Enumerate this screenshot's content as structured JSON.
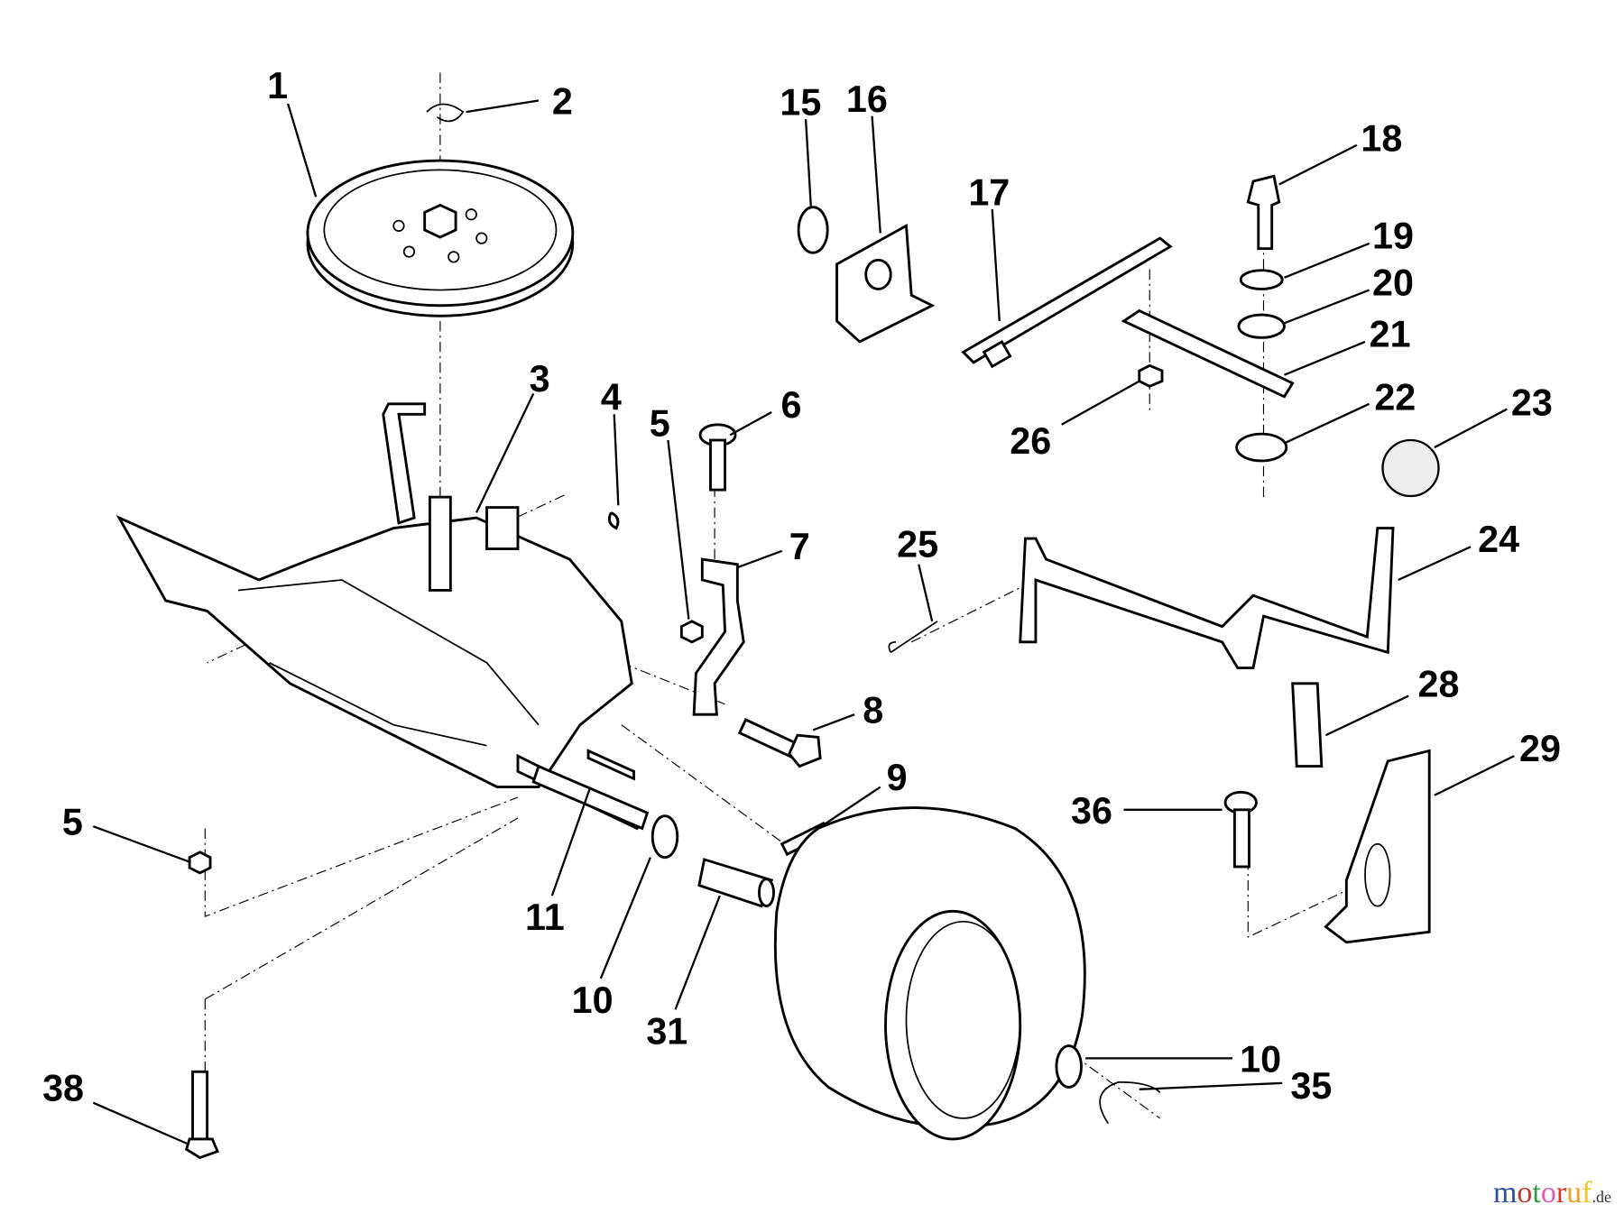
{
  "callouts": {
    "c1": "1",
    "c2": "2",
    "c3": "3",
    "c4": "4",
    "c5a": "5",
    "c5b": "5",
    "c6": "6",
    "c7": "7",
    "c8": "8",
    "c9": "9",
    "c10a": "10",
    "c10b": "10",
    "c11": "11",
    "c15": "15",
    "c16": "16",
    "c17": "17",
    "c18": "18",
    "c19": "19",
    "c20": "20",
    "c21": "21",
    "c22": "22",
    "c23": "23",
    "c24": "24",
    "c25": "25",
    "c26": "26",
    "c28": "28",
    "c29": "29",
    "c31": "31",
    "c35": "35",
    "c36": "36",
    "c38": "38"
  },
  "watermark": {
    "text": "motoruf",
    "suffix": ".de",
    "colors": [
      "#2b4fa0",
      "#c0392b",
      "#2e9e3e",
      "#e05ab0",
      "#d9342b",
      "#f0a020",
      "#f5c518"
    ]
  }
}
